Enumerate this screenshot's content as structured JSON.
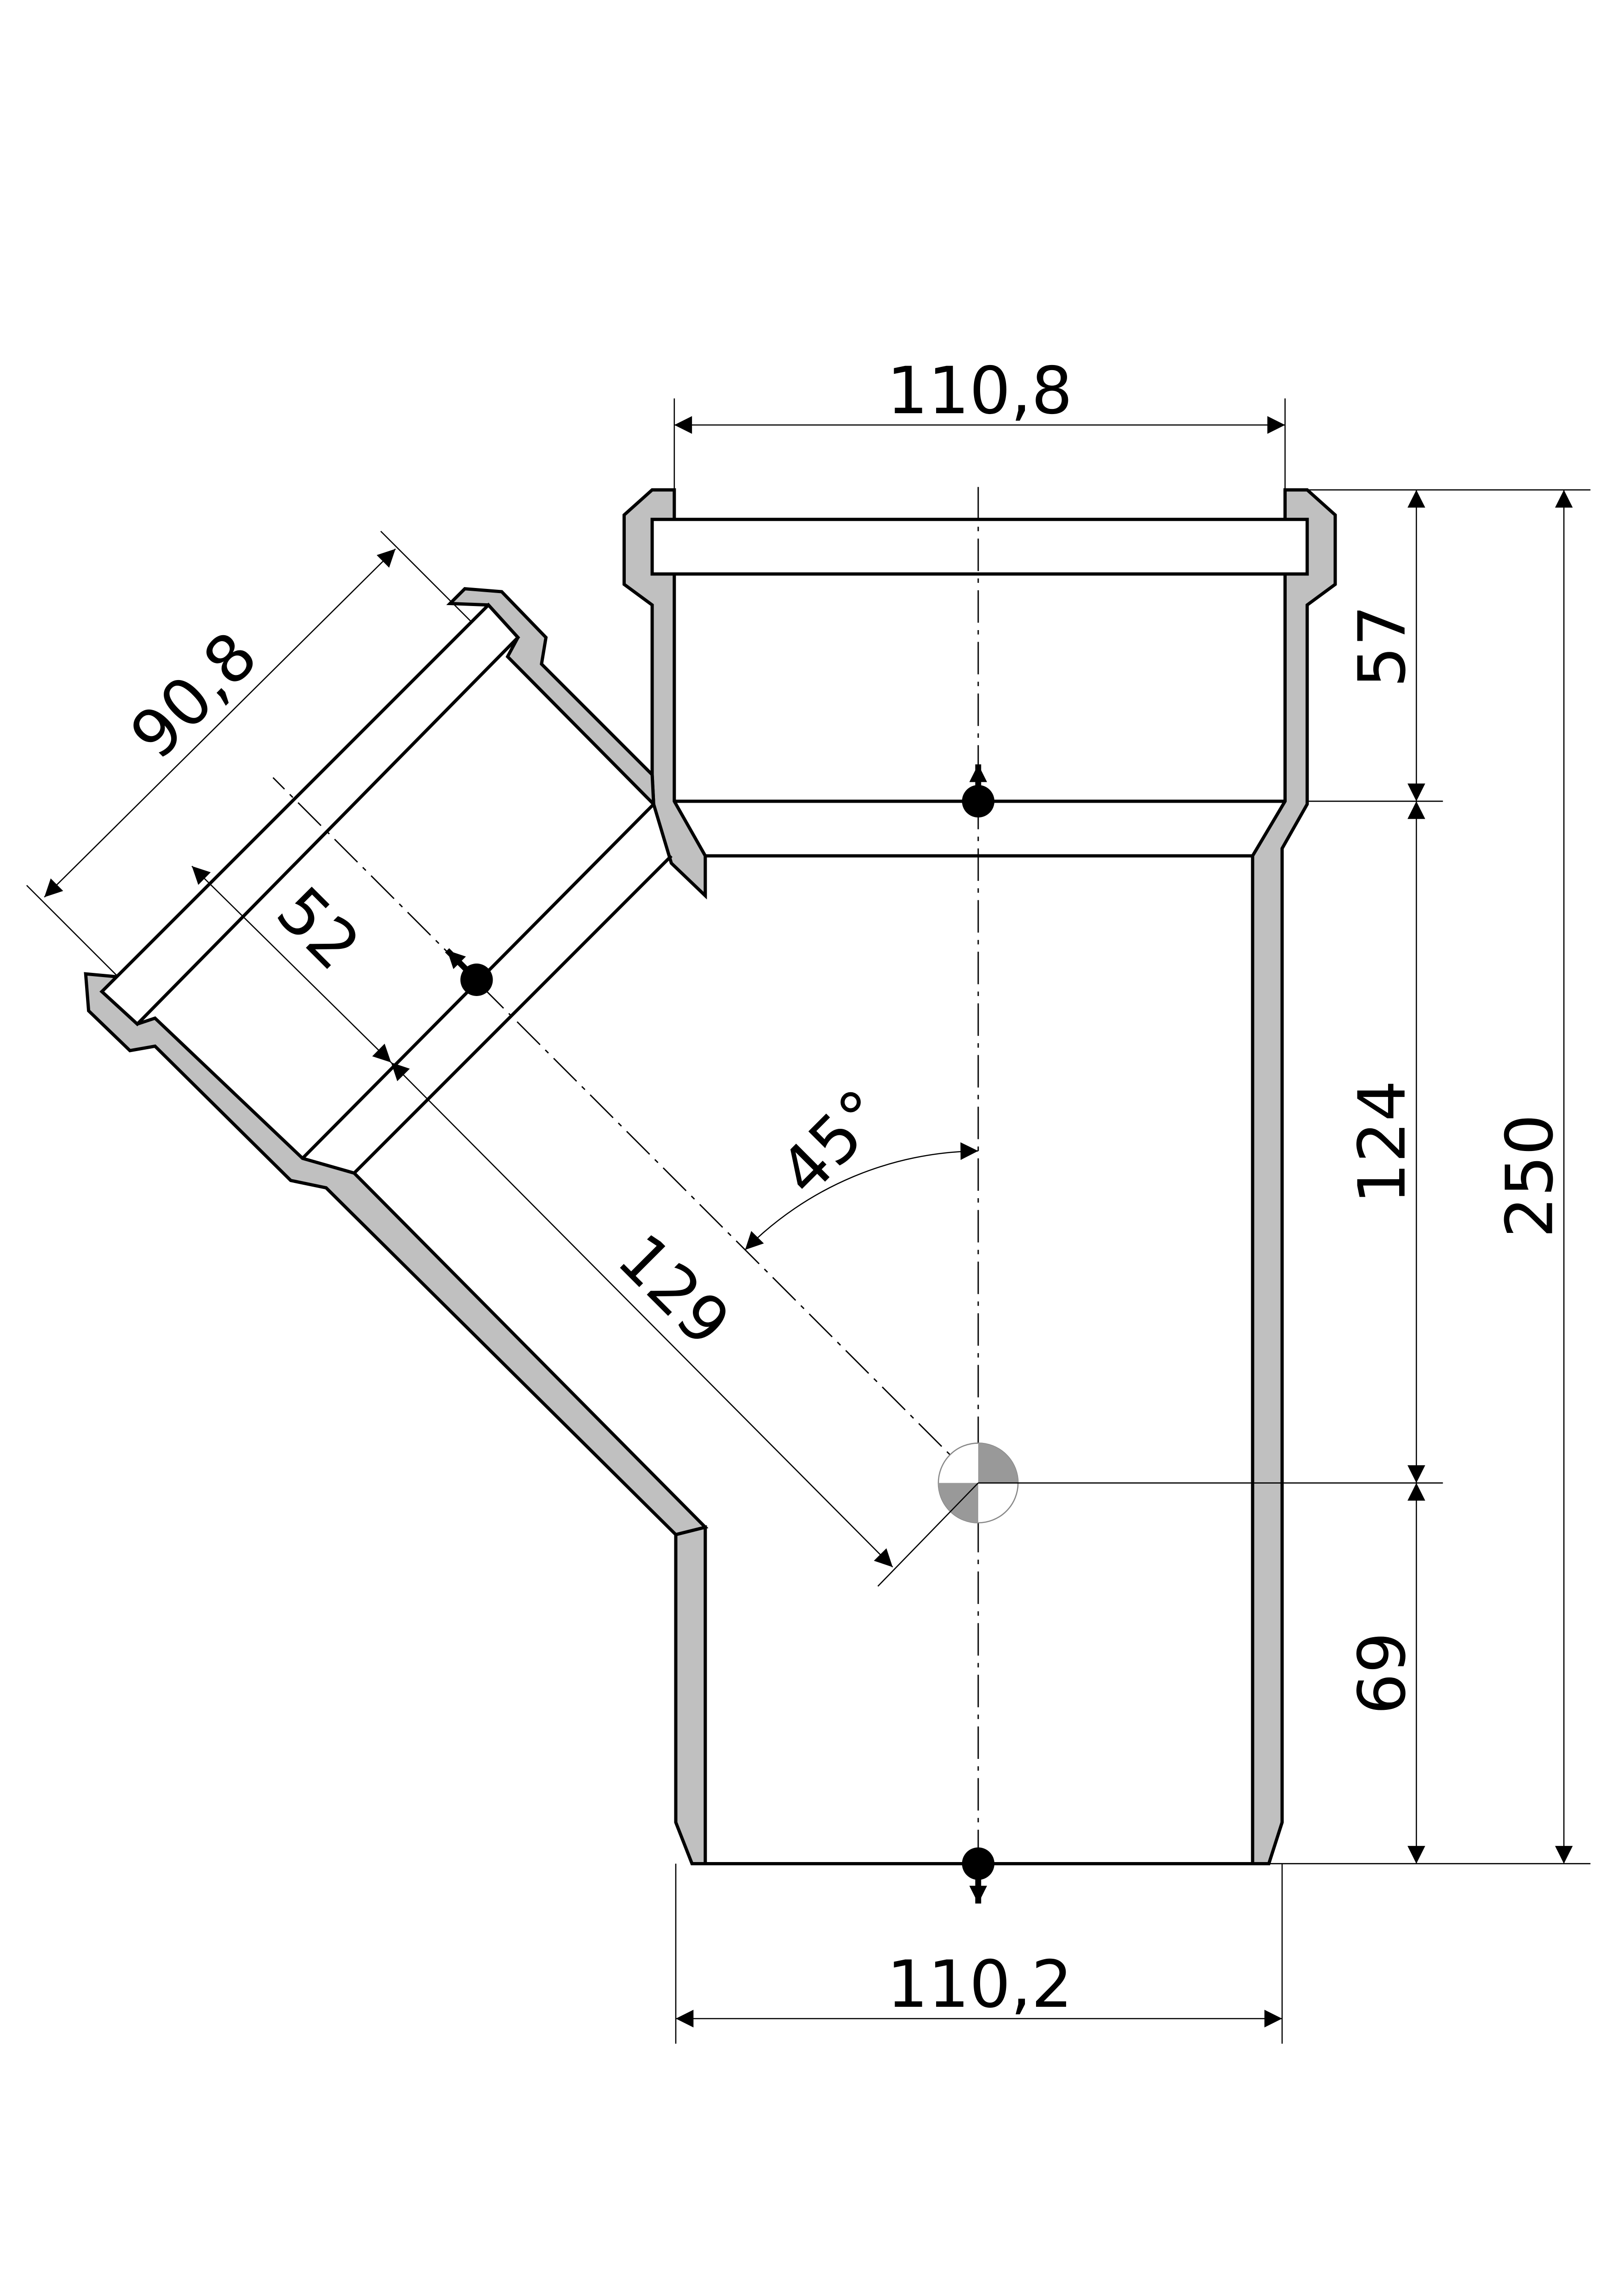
{
  "drawing": {
    "title": "45° pipe branch fitting",
    "wall_color": "#c0c0c0",
    "line_color": "#000000"
  },
  "dimensions": {
    "top_socket_diameter": "110,8",
    "bottom_spigot_diameter": "110,2",
    "socket_depth": "57",
    "socket_to_center": "124",
    "center_to_bottom": "69",
    "overall_length": "250",
    "branch_socket_diameter": "90,8",
    "branch_socket_depth": "52",
    "branch_length": "129",
    "branch_angle": "45°"
  }
}
